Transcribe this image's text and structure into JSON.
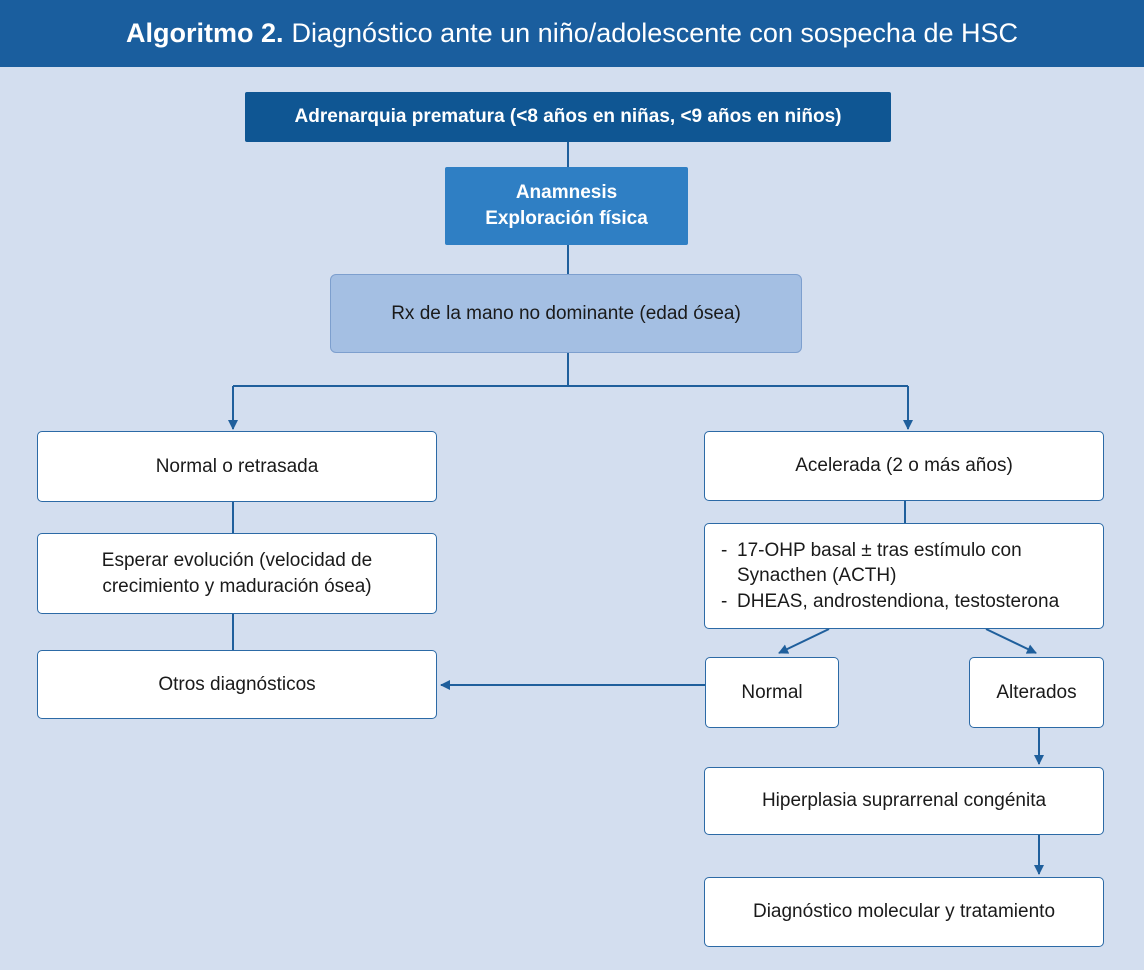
{
  "title": {
    "bold": "Algoritmo 2.",
    "text": "Diagnóstico ante un niño/adolescente con sospecha de HSC"
  },
  "nodes": {
    "adrenarquia": "Adrenarquia prematura (<8 años en niñas, <9 años en niños)",
    "anamnesis": [
      "Anamnesis",
      "Exploración física"
    ],
    "rx": "Rx de la mano no dominante (edad ósea)",
    "normal_retrasada": "Normal o retrasada",
    "acelerada": "Acelerada (2 o más años)",
    "esperar": [
      "Esperar evolución (velocidad de",
      "crecimiento y maduración ósea)"
    ],
    "pruebas": [
      {
        "dash": "-",
        "lines": [
          "17-OHP basal ± tras estímulo con",
          "Synacthen (ACTH)"
        ]
      },
      {
        "dash": "-",
        "lines": [
          "DHEAS, androstendiona, testosterona"
        ]
      }
    ],
    "otros": "Otros diagnósticos",
    "normal": "Normal",
    "alterados": "Alterados",
    "hiperplasia": "Hiperplasia suprarrenal congénita",
    "molecular": "Diagnóstico molecular y tratamiento"
  },
  "colors": {
    "title_bar": "#1a5e9e",
    "background": "#d3deef",
    "node_dark": "#0f5693",
    "node_medium": "#2f7fc4",
    "node_light": "#a4bfe3",
    "connector": "#1f5f9c"
  }
}
